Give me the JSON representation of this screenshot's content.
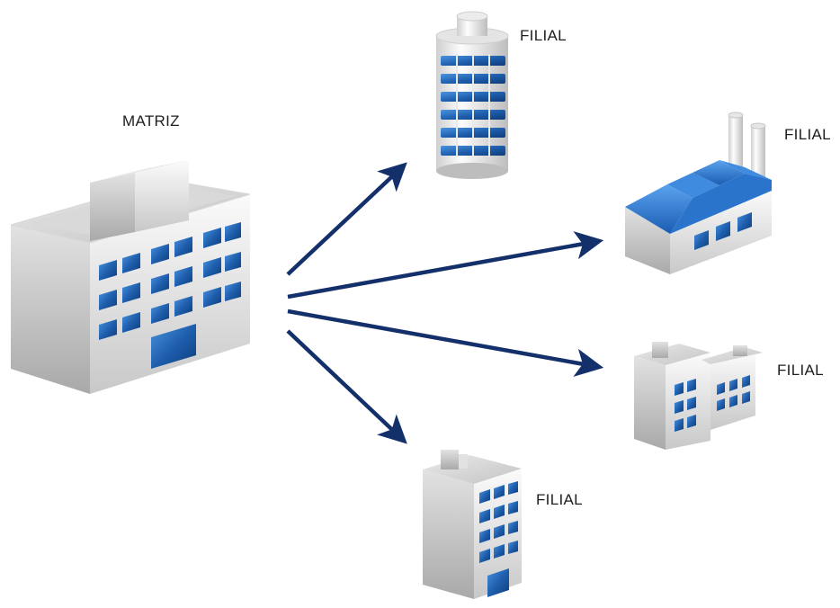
{
  "hq": {
    "label": "MATRIZ",
    "icon": "headquarters-building-icon"
  },
  "branches": [
    {
      "label": "FILIAL",
      "icon": "cylindrical-tower-icon"
    },
    {
      "label": "FILIAL",
      "icon": "factory-icon"
    },
    {
      "label": "FILIAL",
      "icon": "office-complex-icon"
    },
    {
      "label": "FILIAL",
      "icon": "office-building-icon"
    }
  ],
  "colors": {
    "arrow": "#13306b",
    "window": "#1f5fae",
    "roof": "#2f7fd6",
    "wall_light": "#f2f2f2",
    "wall_shade": "#c9c9c9"
  }
}
